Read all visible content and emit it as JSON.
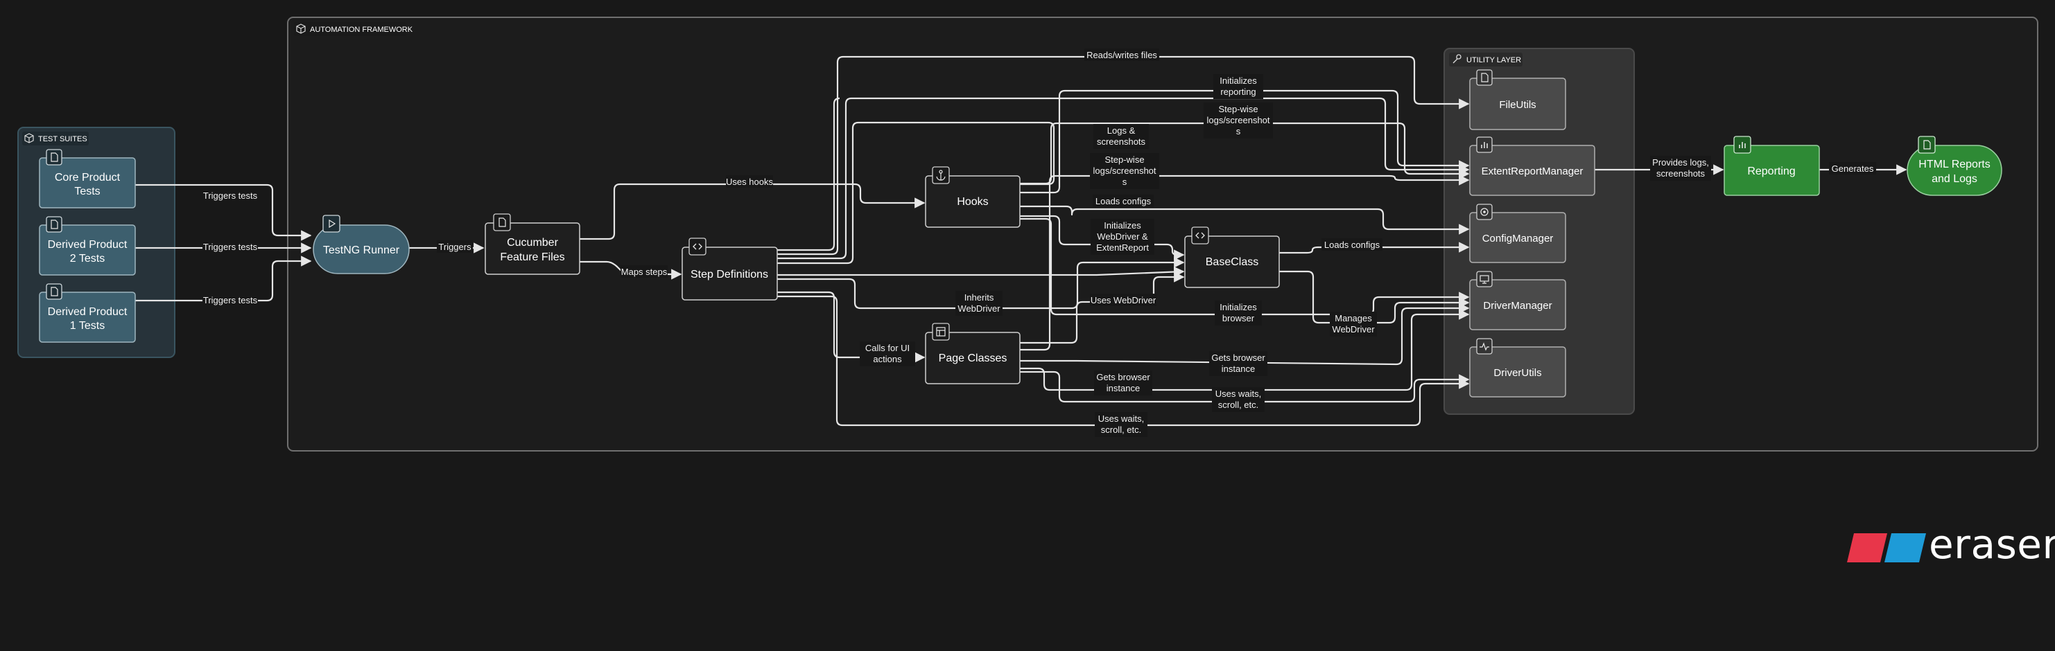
{
  "groups": {
    "test_suites": {
      "title": "TEST SUITES",
      "icon": "cube-icon"
    },
    "automation_framework": {
      "title": "AUTOMATION FRAMEWORK",
      "icon": "cube-icon"
    },
    "utility_layer": {
      "title": "UTILITY LAYER",
      "icon": "wrench-icon"
    }
  },
  "nodes": {
    "core_product_tests": {
      "line1": "Core Product",
      "line2": "Tests",
      "icon": "document-icon"
    },
    "derived_product_2_tests": {
      "line1": "Derived Product",
      "line2": "2 Tests",
      "icon": "document-icon"
    },
    "derived_product_1_tests": {
      "line1": "Derived Product",
      "line2": "1 Tests",
      "icon": "document-icon"
    },
    "testng_runner": {
      "line1": "TestNG Runner",
      "icon": "play-icon"
    },
    "cucumber_feature_files": {
      "line1": "Cucumber",
      "line2": "Feature Files",
      "icon": "document-icon"
    },
    "step_definitions": {
      "line1": "Step Definitions",
      "icon": "code-icon"
    },
    "hooks": {
      "line1": "Hooks",
      "icon": "anchor-icon"
    },
    "page_classes": {
      "line1": "Page Classes",
      "icon": "layout-icon"
    },
    "base_class": {
      "line1": "BaseClass",
      "icon": "code-icon"
    },
    "file_utils": {
      "line1": "FileUtils",
      "icon": "document-icon"
    },
    "extent_report_manager": {
      "line1": "ExtentReportManager",
      "icon": "bar-chart-icon"
    },
    "config_manager": {
      "line1": "ConfigManager",
      "icon": "gear-icon"
    },
    "driver_manager": {
      "line1": "DriverManager",
      "icon": "monitor-icon"
    },
    "driver_utils": {
      "line1": "DriverUtils",
      "icon": "activity-icon"
    },
    "reporting": {
      "line1": "Reporting",
      "icon": "bar-chart-icon"
    },
    "html_reports": {
      "line1": "HTML Reports",
      "line2": "and Logs",
      "icon": "document-icon"
    }
  },
  "edges": {
    "core_to_runner": {
      "line1": "Triggers tests"
    },
    "d2_to_runner": {
      "line1": "Triggers tests"
    },
    "d1_to_runner": {
      "line1": "Triggers tests"
    },
    "runner_to_cucumber": {
      "line1": "Triggers"
    },
    "cucumber_to_steps": {
      "line1": "Maps steps"
    },
    "cucumber_to_hooks": {
      "line1": "Uses hooks"
    },
    "steps_to_fileutils": {
      "line1": "Reads/writes files"
    },
    "hooks_to_extent_init": {
      "line1": "Initializes",
      "line2": "reporting"
    },
    "steps_to_extent": {
      "line1": "Step-wise",
      "line2": "logs/screenshot",
      "line3": "s"
    },
    "hooks_to_extent_logs": {
      "line1": "Logs &",
      "line2": "screenshots"
    },
    "page_to_extent": {
      "line1": "Step-wise",
      "line2": "logs/screenshot",
      "line3": "s"
    },
    "hooks_to_config": {
      "line1": "Loads configs"
    },
    "hooks_to_base": {
      "line1": "Initializes",
      "line2": "WebDriver &",
      "line3": "ExtentReport"
    },
    "base_to_config": {
      "line1": "Loads configs"
    },
    "steps_inherit_base": {
      "line1": "Inherits",
      "line2": "WebDriver"
    },
    "page_to_base": {
      "line1": "Uses WebDriver"
    },
    "hooks_to_driver_init": {
      "line1": "Initializes",
      "line2": "browser"
    },
    "base_to_driver": {
      "line1": "Manages",
      "line2": "WebDriver"
    },
    "steps_to_page": {
      "line1": "Calls for UI",
      "line2": "actions"
    },
    "page_to_driver": {
      "line1": "Gets browser",
      "line2": "instance"
    },
    "page_to_driver2": {
      "line1": "Gets browser",
      "line2": "instance"
    },
    "page_to_driverutils": {
      "line1": "Uses waits,",
      "line2": "scroll, etc."
    },
    "steps_to_driverutils": {
      "line1": "Uses waits,",
      "line2": "scroll, etc."
    },
    "extent_to_reporting": {
      "line1": "Provides logs,",
      "line2": "screenshots"
    },
    "reporting_to_html": {
      "line1": "Generates"
    }
  },
  "brand": {
    "name": "eraser"
  },
  "colors": {
    "background": "#181818",
    "suite_node": "#3d5f6e",
    "runner": "#3d5f6e",
    "dark_node": "#1f1f1f",
    "util_node": "#4a4a4a",
    "reporting": "#2e8a35",
    "brand_red": "#e8364a",
    "brand_blue": "#1e9bd7"
  }
}
